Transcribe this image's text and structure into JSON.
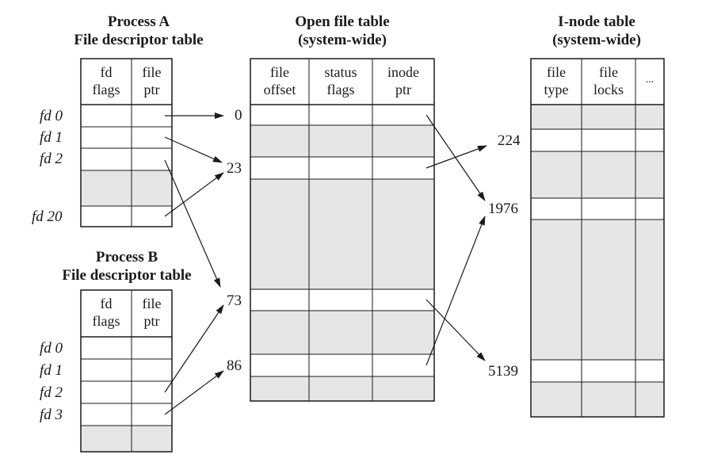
{
  "process_a": {
    "title_line1": "Process A",
    "title_line2": "File descriptor table",
    "columns": [
      "fd\nflags",
      "file\nptr"
    ],
    "fd_labels": [
      "fd 0",
      "fd 1",
      "fd 2",
      "fd 20"
    ]
  },
  "process_b": {
    "title_line1": "Process B",
    "title_line2": "File descriptor table",
    "columns": [
      "fd\nflags",
      "file\nptr"
    ],
    "fd_labels": [
      "fd 0",
      "fd 1",
      "fd 2",
      "fd 3"
    ]
  },
  "open_file_table": {
    "title_line1": "Open file table",
    "title_line2": "(system-wide)",
    "columns": [
      "file\noffset",
      "status\nflags",
      "inode\nptr"
    ],
    "index_labels": [
      "0",
      "23",
      "73",
      "86"
    ]
  },
  "inode_table": {
    "title_line1": "I-node table",
    "title_line2": "(system-wide)",
    "columns": [
      "file\ntype",
      "file\nlocks",
      "..."
    ],
    "index_labels": [
      "224",
      "1976",
      "5139"
    ]
  },
  "colors": {
    "shade": "#e6e6e6",
    "line": "#1a1a1a",
    "background": "#ffffff"
  }
}
